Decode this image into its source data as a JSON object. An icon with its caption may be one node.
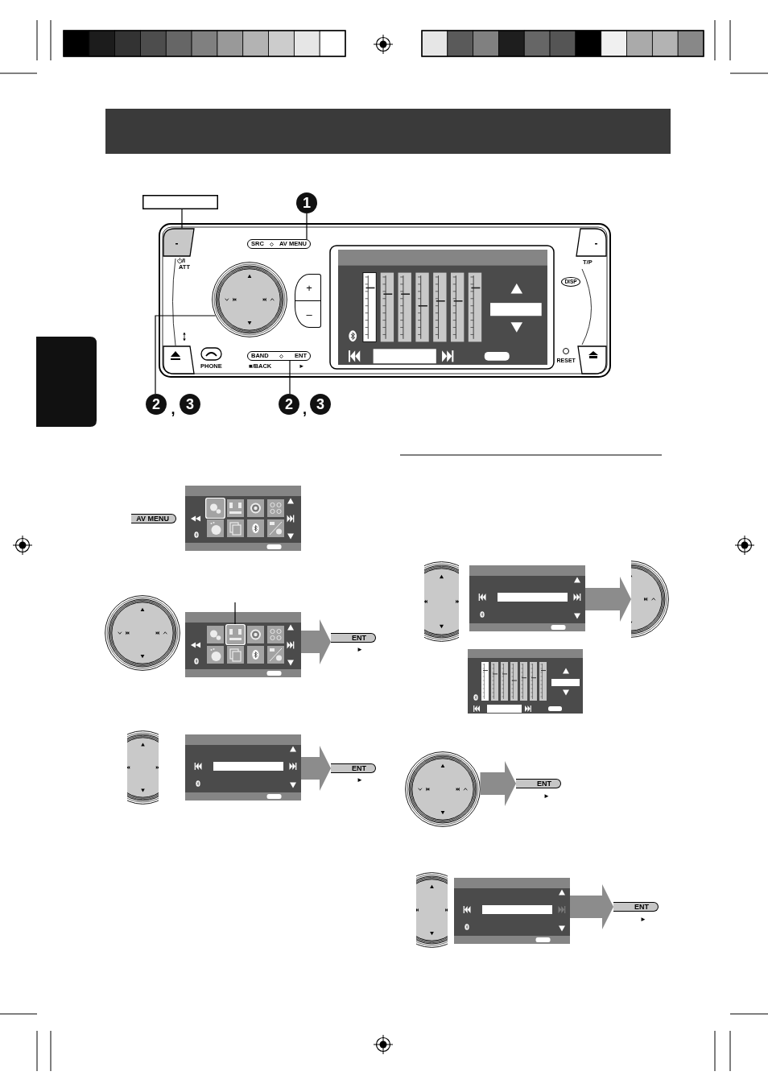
{
  "diagram": {
    "nodes": [
      {
        "text": [],
        "shape": "box"
      },
      {
        "text": [
          "1"
        ]
      },
      {
        "text": [],
        "shape": "box",
        "beside": [
          "/I",
          "ATT"
        ]
      },
      {
        "text": [
          "SRC",
          "AV MENU"
        ]
      },
      {
        "text": [],
        "shape": "circle"
      },
      {
        "text": [
          "+",
          "–"
        ]
      },
      {
        "text": [
          "DISP"
        ]
      },
      {
        "text": [
          "BAND",
          "ENT"
        ],
        "beside": [
          "■/BACK",
          "►"
        ]
      },
      {
        "text": [],
        "shape": "box"
      },
      {
        "text": [
          "2",
          ",",
          "3"
        ]
      },
      {
        "text": [
          "2",
          ",",
          "3"
        ]
      },
      {
        "text": [
          "AV MENU"
        ]
      },
      {
        "text": [],
        "shape": "picture"
      },
      {
        "text": [],
        "shape": "box",
        "in": 12
      },
      {
        "text": [],
        "shape": "circle"
      },
      {
        "text": [],
        "shape": "picture"
      },
      {
        "text": [],
        "shape": "box",
        "in": 15
      },
      {
        "text": [
          "ENT"
        ],
        "beside": [
          "►"
        ]
      },
      {
        "text": [],
        "shape": "picture"
      },
      {
        "text": [],
        "shape": "picture"
      },
      {
        "text": [
          "ENT"
        ],
        "beside": [
          "►"
        ]
      },
      {
        "text": [],
        "shape": "picture"
      },
      {
        "text": [],
        "shape": "picture"
      },
      {
        "text": [],
        "shape": "picture"
      },
      {
        "text": [],
        "shape": "picture"
      },
      {
        "text": [],
        "shape": "circle"
      },
      {
        "text": [
          "ENT"
        ],
        "beside": [
          "►"
        ]
      },
      {
        "text": [],
        "shape": "picture"
      },
      {
        "text": [],
        "shape": "picture"
      },
      {
        "text": [
          "ENT"
        ],
        "beside": [
          "►"
        ]
      }
    ],
    "edges": [
      {
        "from": 0,
        "to": 2,
        "arrow": "none"
      },
      {
        "from": 1,
        "to": 3,
        "arrow": "none"
      },
      {
        "from": 9,
        "to": 4,
        "arrow": "none"
      },
      {
        "from": 10,
        "to": 7,
        "arrow": "none"
      },
      {
        "from": null,
        "to": 16,
        "arrow": "none"
      },
      {
        "from": 15,
        "to": 17,
        "arrow": "to",
        "style": "thick",
        "color": "#8c8c8c"
      },
      {
        "from": 19,
        "to": 20,
        "arrow": "to",
        "style": "thick",
        "color": "#8c8c8c"
      },
      {
        "from": 22,
        "to": 23,
        "arrow": "to",
        "style": "thick",
        "color": "#8c8c8c"
      },
      {
        "from": 25,
        "to": 26,
        "arrow": "to",
        "style": "thick",
        "color": "#8c8c8c"
      },
      {
        "from": 28,
        "to": 29,
        "arrow": "to",
        "style": "thick",
        "color": "#8c8c8c"
      }
    ],
    "labels": [
      "T/P",
      "PHONE",
      "RESET"
    ]
  }
}
